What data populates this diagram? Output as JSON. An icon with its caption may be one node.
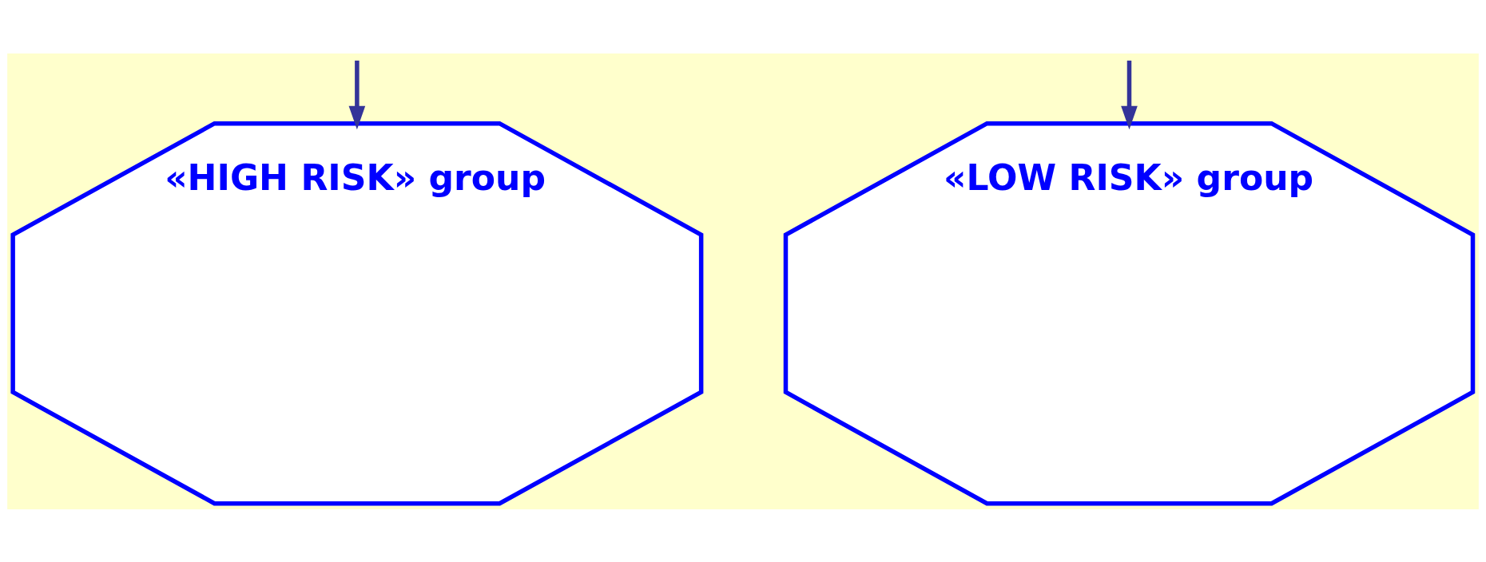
{
  "diagram": {
    "nodes": [
      {
        "text": [
          "«HIGH RISK» group"
        ]
      },
      {
        "text": [
          "«LOW RISK» group"
        ]
      }
    ],
    "edges": [
      {
        "from": null,
        "to": 0,
        "arrow": "to"
      },
      {
        "from": null,
        "to": 1,
        "arrow": "to"
      }
    ]
  }
}
